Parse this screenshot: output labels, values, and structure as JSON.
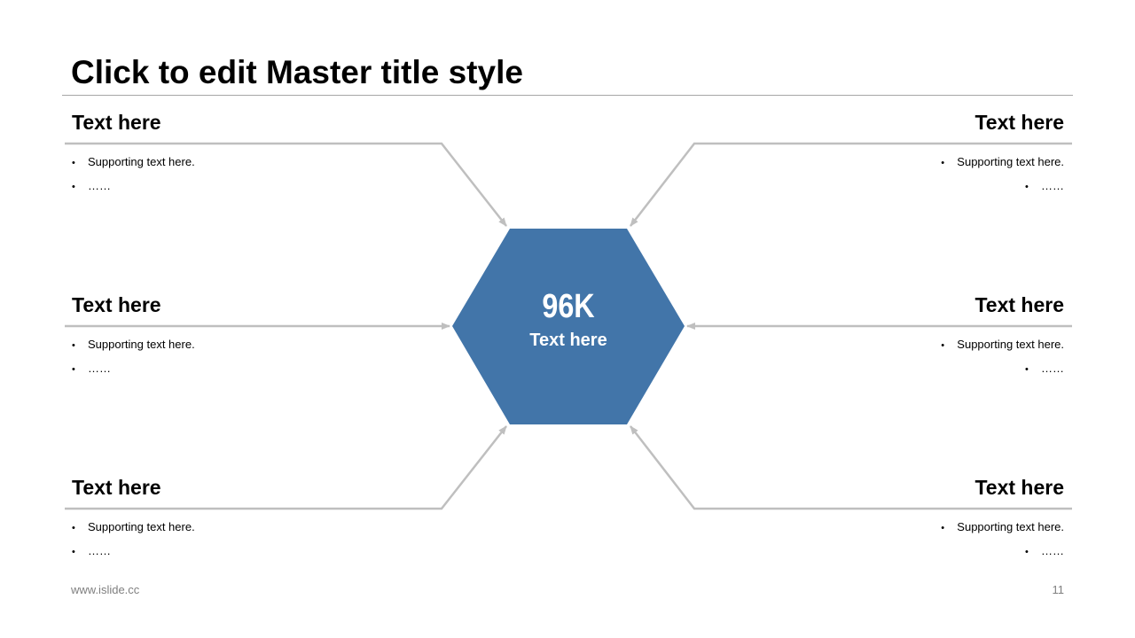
{
  "slide": {
    "title": "Click to edit Master title style",
    "center": {
      "value": "96K",
      "caption": "Text here",
      "color": "#4275a9"
    },
    "connector_color": "#bfbfbf",
    "blocks": [
      {
        "heading": "Text here",
        "bullets": [
          "Supporting  text here.",
          "……"
        ]
      },
      {
        "heading": "Text here",
        "bullets": [
          "Supporting  text here.",
          "……"
        ]
      },
      {
        "heading": "Text here",
        "bullets": [
          "Supporting  text here.",
          "……"
        ]
      },
      {
        "heading": "Text here",
        "bullets": [
          "Supporting  text here.",
          "……"
        ]
      },
      {
        "heading": "Text here",
        "bullets": [
          "Supporting  text here.",
          "……"
        ]
      },
      {
        "heading": "Text here",
        "bullets": [
          "Supporting  text here.",
          "……"
        ]
      }
    ],
    "footer": {
      "url": "www.islide.cc",
      "page_number": "11"
    }
  }
}
